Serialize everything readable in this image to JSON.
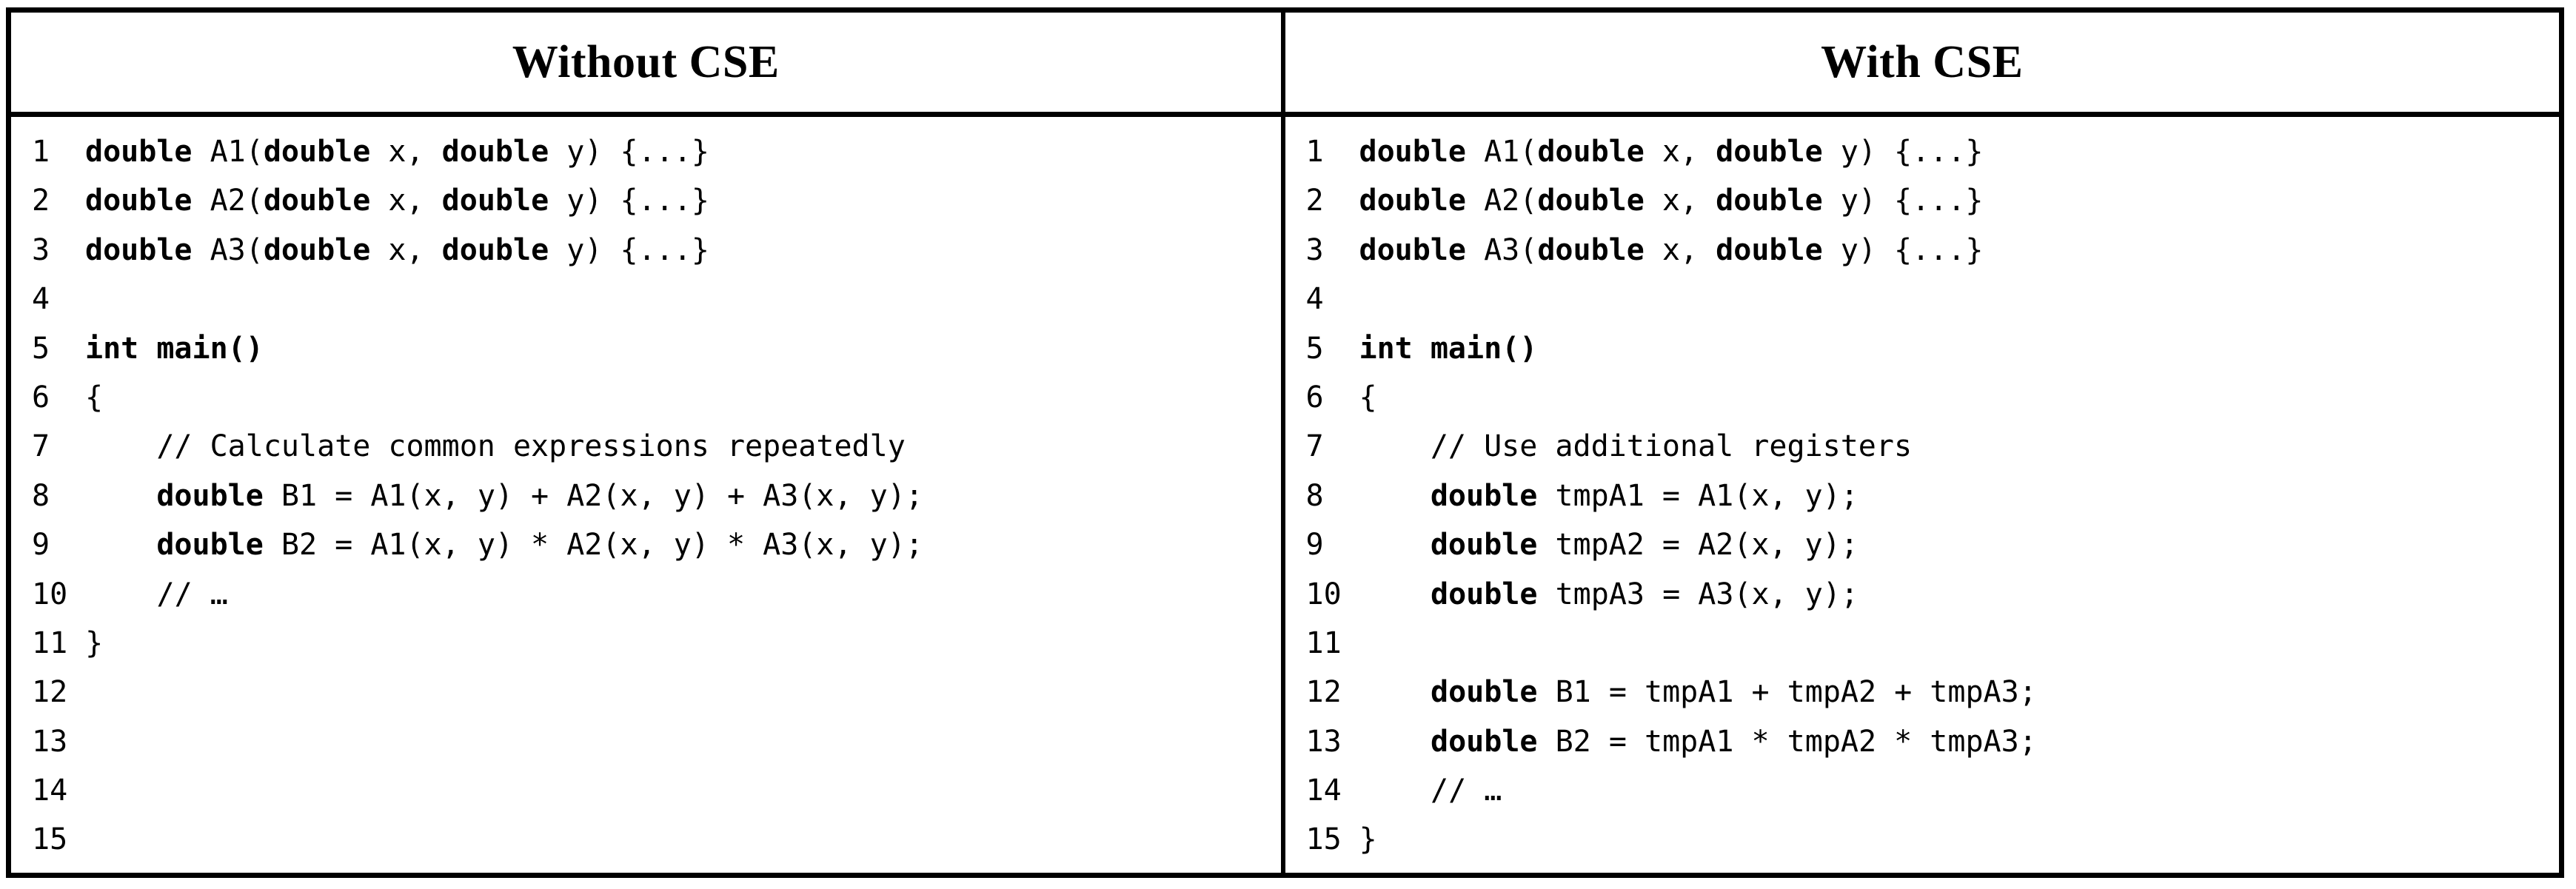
{
  "figure": {
    "type": "code-comparison-table",
    "columns": [
      {
        "id": "without-cse",
        "header": "Without CSE"
      },
      {
        "id": "with-cse",
        "header": "With CSE"
      }
    ],
    "line_numbers": [
      "1",
      "2",
      "3",
      "4",
      "5",
      "6",
      "7",
      "8",
      "9",
      "10",
      "11",
      "12",
      "13",
      "14",
      "15"
    ],
    "colors": {
      "border": "#000000",
      "background": "#ffffff",
      "text": "#000000"
    }
  },
  "without_cse": {
    "header": "Without CSE",
    "lines": [
      {
        "n": "1",
        "plain": "double A1(double x, double y) {...}",
        "tokens": [
          {
            "t": "double",
            "b": true
          },
          {
            "t": " A1(",
            "b": false
          },
          {
            "t": "double",
            "b": true
          },
          {
            "t": " x, ",
            "b": false
          },
          {
            "t": "double",
            "b": true
          },
          {
            "t": " y) {...}",
            "b": false
          }
        ]
      },
      {
        "n": "2",
        "plain": "double A2(double x, double y) {...}",
        "tokens": [
          {
            "t": "double",
            "b": true
          },
          {
            "t": " A2(",
            "b": false
          },
          {
            "t": "double",
            "b": true
          },
          {
            "t": " x, ",
            "b": false
          },
          {
            "t": "double",
            "b": true
          },
          {
            "t": " y) {...}",
            "b": false
          }
        ]
      },
      {
        "n": "3",
        "plain": "double A3(double x, double y) {...}",
        "tokens": [
          {
            "t": "double",
            "b": true
          },
          {
            "t": " A3(",
            "b": false
          },
          {
            "t": "double",
            "b": true
          },
          {
            "t": " x, ",
            "b": false
          },
          {
            "t": "double",
            "b": true
          },
          {
            "t": " y) {...}",
            "b": false
          }
        ]
      },
      {
        "n": "4",
        "plain": "",
        "tokens": []
      },
      {
        "n": "5",
        "plain": "int main()",
        "tokens": [
          {
            "t": "int main()",
            "b": true
          }
        ]
      },
      {
        "n": "6",
        "plain": "{",
        "tokens": [
          {
            "t": "{",
            "b": false
          }
        ]
      },
      {
        "n": "7",
        "plain": "    // Calculate common expressions repeatedly",
        "tokens": [
          {
            "t": "    // Calculate common expressions repeatedly",
            "b": false
          }
        ]
      },
      {
        "n": "8",
        "plain": "    double B1 = A1(x, y) + A2(x, y) + A3(x, y);",
        "tokens": [
          {
            "t": "    ",
            "b": false
          },
          {
            "t": "double",
            "b": true
          },
          {
            "t": " B1 = A1(x, y) + A2(x, y) + A3(x, y);",
            "b": false
          }
        ]
      },
      {
        "n": "9",
        "plain": "    double B2 = A1(x, y) * A2(x, y) * A3(x, y);",
        "tokens": [
          {
            "t": "    ",
            "b": false
          },
          {
            "t": "double",
            "b": true
          },
          {
            "t": " B2 = A1(x, y) * A2(x, y) * A3(x, y);",
            "b": false
          }
        ]
      },
      {
        "n": "10",
        "plain": "    // …",
        "tokens": [
          {
            "t": "    // …",
            "b": false
          }
        ]
      },
      {
        "n": "11",
        "plain": "}",
        "tokens": [
          {
            "t": "}",
            "b": false
          }
        ]
      },
      {
        "n": "12",
        "plain": "",
        "tokens": []
      },
      {
        "n": "13",
        "plain": "",
        "tokens": []
      },
      {
        "n": "14",
        "plain": "",
        "tokens": []
      },
      {
        "n": "15",
        "plain": "",
        "tokens": []
      }
    ]
  },
  "with_cse": {
    "header": "With CSE",
    "lines": [
      {
        "n": "1",
        "plain": "double A1(double x, double y) {...}",
        "tokens": [
          {
            "t": "double",
            "b": true
          },
          {
            "t": " A1(",
            "b": false
          },
          {
            "t": "double",
            "b": true
          },
          {
            "t": " x, ",
            "b": false
          },
          {
            "t": "double",
            "b": true
          },
          {
            "t": " y) {...}",
            "b": false
          }
        ]
      },
      {
        "n": "2",
        "plain": "double A2(double x, double y) {...}",
        "tokens": [
          {
            "t": "double",
            "b": true
          },
          {
            "t": " A2(",
            "b": false
          },
          {
            "t": "double",
            "b": true
          },
          {
            "t": " x, ",
            "b": false
          },
          {
            "t": "double",
            "b": true
          },
          {
            "t": " y) {...}",
            "b": false
          }
        ]
      },
      {
        "n": "3",
        "plain": "double A3(double x, double y) {...}",
        "tokens": [
          {
            "t": "double",
            "b": true
          },
          {
            "t": " A3(",
            "b": false
          },
          {
            "t": "double",
            "b": true
          },
          {
            "t": " x, ",
            "b": false
          },
          {
            "t": "double",
            "b": true
          },
          {
            "t": " y) {...}",
            "b": false
          }
        ]
      },
      {
        "n": "4",
        "plain": "",
        "tokens": []
      },
      {
        "n": "5",
        "plain": "int main()",
        "tokens": [
          {
            "t": "int main()",
            "b": true
          }
        ]
      },
      {
        "n": "6",
        "plain": "{",
        "tokens": [
          {
            "t": "{",
            "b": false
          }
        ]
      },
      {
        "n": "7",
        "plain": "    // Use additional registers",
        "tokens": [
          {
            "t": "    // Use additional registers",
            "b": false
          }
        ]
      },
      {
        "n": "8",
        "plain": "    double tmpA1 = A1(x, y);",
        "tokens": [
          {
            "t": "    ",
            "b": false
          },
          {
            "t": "double",
            "b": true
          },
          {
            "t": " tmpA1 = A1(x, y);",
            "b": false
          }
        ]
      },
      {
        "n": "9",
        "plain": "    double tmpA2 = A2(x, y);",
        "tokens": [
          {
            "t": "    ",
            "b": false
          },
          {
            "t": "double",
            "b": true
          },
          {
            "t": " tmpA2 = A2(x, y);",
            "b": false
          }
        ]
      },
      {
        "n": "10",
        "plain": "    double tmpA3 = A3(x, y);",
        "tokens": [
          {
            "t": "    ",
            "b": false
          },
          {
            "t": "double",
            "b": true
          },
          {
            "t": " tmpA3 = A3(x, y);",
            "b": false
          }
        ]
      },
      {
        "n": "11",
        "plain": "",
        "tokens": []
      },
      {
        "n": "12",
        "plain": "    double B1 = tmpA1 + tmpA2 + tmpA3;",
        "tokens": [
          {
            "t": "    ",
            "b": false
          },
          {
            "t": "double",
            "b": true
          },
          {
            "t": " B1 = tmpA1 + tmpA2 + tmpA3;",
            "b": false
          }
        ]
      },
      {
        "n": "13",
        "plain": "    double B2 = tmpA1 * tmpA2 * tmpA3;",
        "tokens": [
          {
            "t": "    ",
            "b": false
          },
          {
            "t": "double",
            "b": true
          },
          {
            "t": " B2 = tmpA1 * tmpA2 * tmpA3;",
            "b": false
          }
        ]
      },
      {
        "n": "14",
        "plain": "    // …",
        "tokens": [
          {
            "t": "    // …",
            "b": false
          }
        ]
      },
      {
        "n": "15",
        "plain": "}",
        "tokens": [
          {
            "t": "}",
            "b": false
          }
        ]
      }
    ]
  }
}
